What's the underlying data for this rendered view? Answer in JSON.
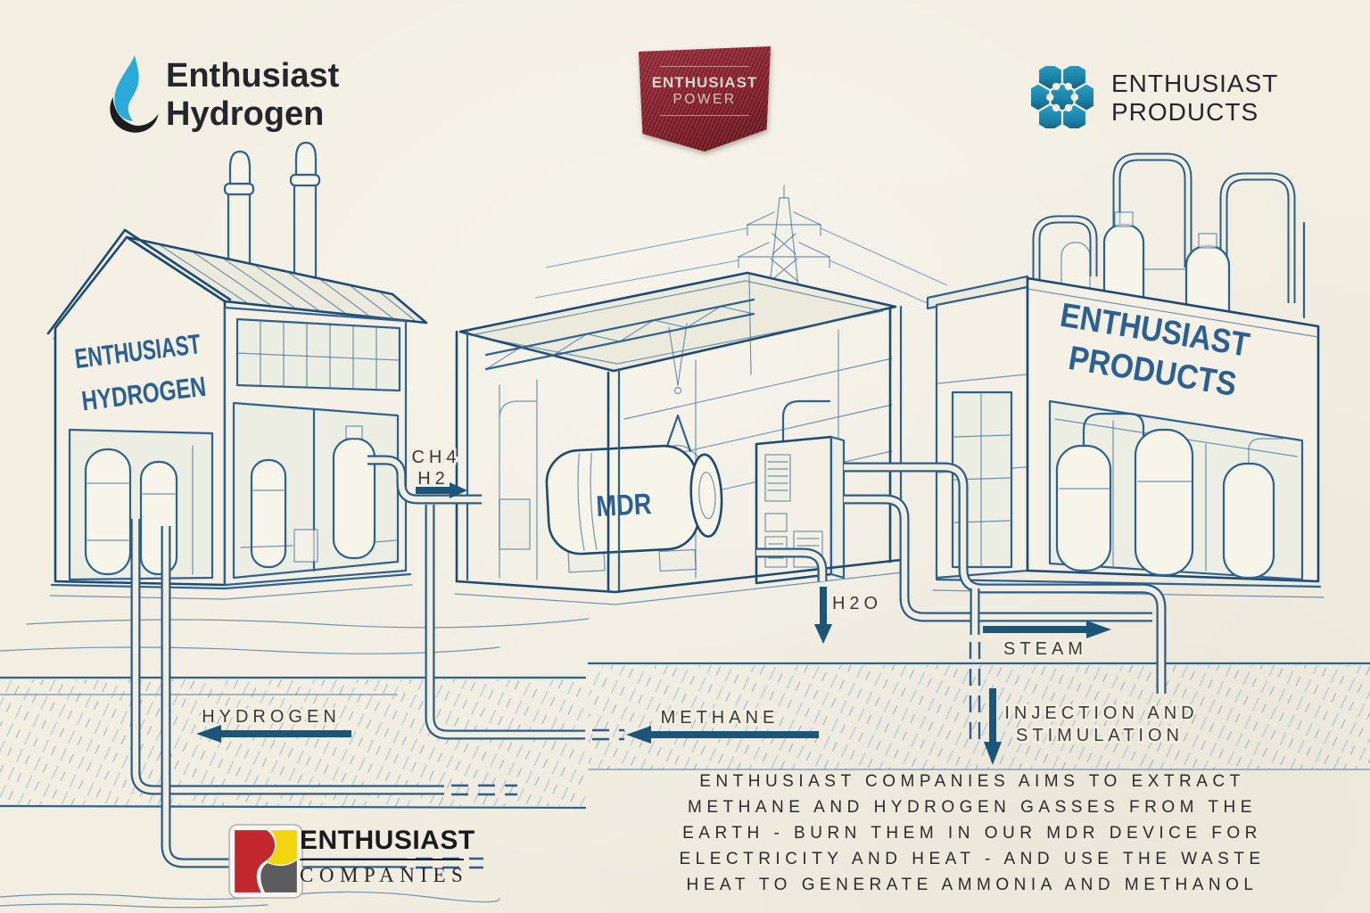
{
  "colors": {
    "paper": "#f2eee2",
    "ink": "#2e6190",
    "ink_dark": "#1d4a72",
    "arrow": "#1c5578",
    "flow_label": "#3a3a3a",
    "building_text": "#2a6093",
    "badge_red": "#8e2430",
    "caption_text": "#2b2b2b"
  },
  "logos": {
    "hydrogen": {
      "line1": "Enthusiast",
      "line2": "Hydrogen"
    },
    "power": {
      "line1": "ENTHUSIAST",
      "line2": "POWER"
    },
    "products": {
      "line1": "ENTHUSIAST",
      "line2": "PRODUCTS"
    },
    "companies": {
      "line1": "ENTHUSIAST",
      "line2": "COMPANIES"
    }
  },
  "diagram": {
    "hydrogen_plant": {
      "name_line1": "ENTHUSIAST",
      "name_line2": "HYDROGEN"
    },
    "mdr_unit": {
      "label": "MDR"
    },
    "products_plant": {
      "name_line1": "ENTHUSIAST",
      "name_line2": "PRODUCTS"
    },
    "flows": {
      "ch4": "CH4",
      "h2": "H2",
      "h2o": "H2O",
      "steam": "STEAM",
      "hydrogen": "HYDROGEN",
      "methane": "METHANE",
      "injection_line1": "INJECTION AND",
      "injection_line2": "STIMULATION"
    }
  },
  "caption": {
    "lines": [
      "ENTHUSIAST COMPANIES AIMS TO EXTRACT",
      "METHANE AND HYDROGEN GASSES FROM THE",
      "EARTH - BURN THEM IN OUR MDR DEVICE FOR",
      "ELECTRICITY AND HEAT - AND USE THE WASTE",
      "HEAT TO GENERATE AMMONIA AND METHANOL"
    ]
  }
}
